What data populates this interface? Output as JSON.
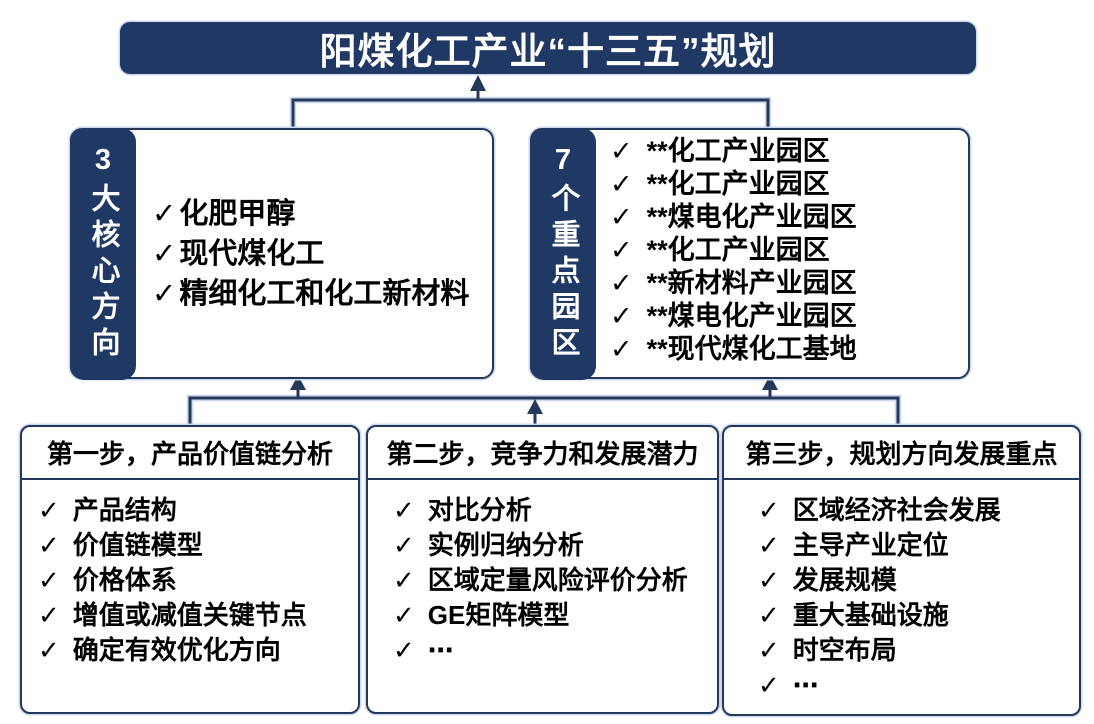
{
  "colors": {
    "navy": "#1f3864",
    "line": "#24385b",
    "halo": "#cdd9ef",
    "ink": "#000000",
    "paper": "#ffffff"
  },
  "icons": {
    "check": "✓"
  },
  "header": {
    "title": "阳煤化工产业“十三五”规划"
  },
  "core": {
    "label": "3大核心方向",
    "items": [
      "化肥甲醇",
      "现代煤化工",
      "精细化工和化工新材料"
    ]
  },
  "parks": {
    "label": "7个重点园区",
    "items": [
      "**化工产业园区",
      "**化工产业园区",
      "**煤电化产业园区",
      "**化工产业园区",
      "**新材料产业园区",
      "**煤电化产业园区",
      "**现代煤化工基地"
    ]
  },
  "steps": [
    {
      "title": "第一步，产品价值链分析",
      "items": [
        "产品结构",
        "价值链模型",
        "价格体系",
        "增值或减值关键节点",
        "确定有效优化方向"
      ]
    },
    {
      "title": "第二步，竞争力和发展潜力",
      "items": [
        "对比分析",
        "实例归纳分析",
        "区域定量风险评价分析",
        "GE矩阵模型",
        "⋯"
      ]
    },
    {
      "title": "第三步，规划方向发展重点",
      "items": [
        "区域经济社会发展",
        "主导产业定位",
        "发展规模",
        "重大基础设施",
        "时空布局",
        "⋯"
      ]
    }
  ]
}
